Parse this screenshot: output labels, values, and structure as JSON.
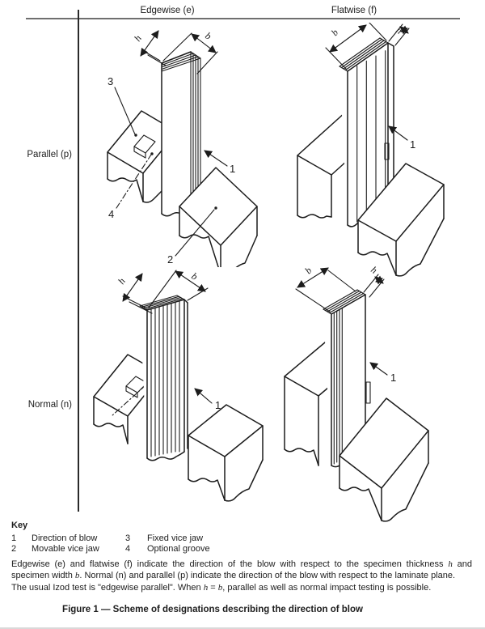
{
  "grid": {
    "col_headers": [
      {
        "id": "edgewise",
        "label": "Edgewise (e)"
      },
      {
        "id": "flatwise",
        "label": "Flatwise (f)"
      }
    ],
    "row_headers": [
      {
        "id": "parallel",
        "label": "Parallel (p)"
      },
      {
        "id": "normal",
        "label": "Normal (n)"
      }
    ]
  },
  "dims": {
    "thickness": "h",
    "width": "b"
  },
  "callouts": {
    "blow": "1",
    "movable_jaw": "2",
    "fixed_jaw": "3",
    "groove": "4"
  },
  "key": {
    "title": "Key",
    "items": [
      {
        "num": "1",
        "label": "Direction of blow"
      },
      {
        "num": "2",
        "label": "Movable vice jaw"
      },
      {
        "num": "3",
        "label": "Fixed vice jaw"
      },
      {
        "num": "4",
        "label": "Optional groove"
      }
    ]
  },
  "notes": {
    "note1": [
      "Edgewise (e) and flatwise (f) indicate the direction of the blow with respect to the specimen thickness ",
      {
        "i": "h"
      },
      " and specimen width ",
      {
        "i": "b"
      },
      ". Normal (n) and parallel (p) indicate the direction of the blow with respect to the laminate plane."
    ],
    "note2": [
      "The usual Izod test is \"edgewise parallel\". When ",
      {
        "i": "h"
      },
      " = ",
      {
        "i": "b"
      },
      ", parallel as well as normal impact testing is possible."
    ]
  },
  "caption": "Figure 1 — Scheme of designations describing the direction of blow"
}
